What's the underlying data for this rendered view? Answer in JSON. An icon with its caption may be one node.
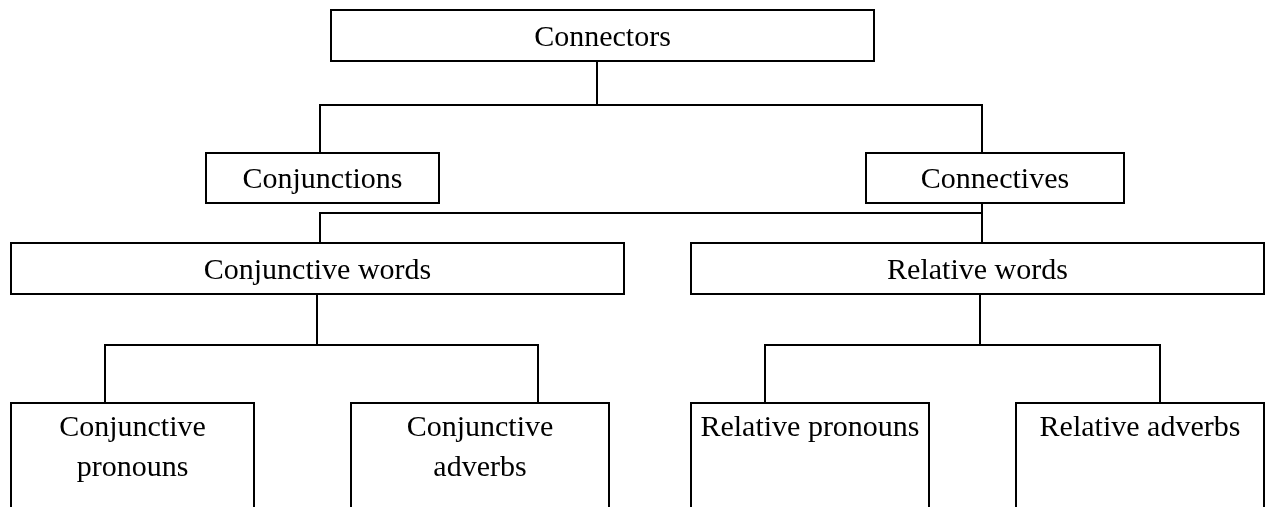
{
  "diagram": {
    "nodes": [
      {
        "text": [
          "Connectors"
        ]
      },
      {
        "text": [
          "Conjunctions"
        ]
      },
      {
        "text": [
          "Connectives"
        ]
      },
      {
        "text": [
          "Conjunctive words"
        ]
      },
      {
        "text": [
          "Relative words"
        ]
      },
      {
        "text": [
          "Conjunctive pronouns"
        ]
      },
      {
        "text": [
          "Conjunctive adverbs"
        ]
      },
      {
        "text": [
          "Relative pronouns"
        ]
      },
      {
        "text": [
          "Relative adverbs"
        ]
      }
    ],
    "edges": [
      {
        "from": 0,
        "to": 1,
        "arrow": "none"
      },
      {
        "from": 0,
        "to": 2,
        "arrow": "none"
      },
      {
        "from": 2,
        "to": 3,
        "arrow": "none"
      },
      {
        "from": 2,
        "to": 4,
        "arrow": "none"
      },
      {
        "from": 3,
        "to": 5,
        "arrow": "none"
      },
      {
        "from": 3,
        "to": 6,
        "arrow": "none"
      },
      {
        "from": 4,
        "to": 7,
        "arrow": "none"
      },
      {
        "from": 4,
        "to": 8,
        "arrow": "none"
      }
    ]
  }
}
